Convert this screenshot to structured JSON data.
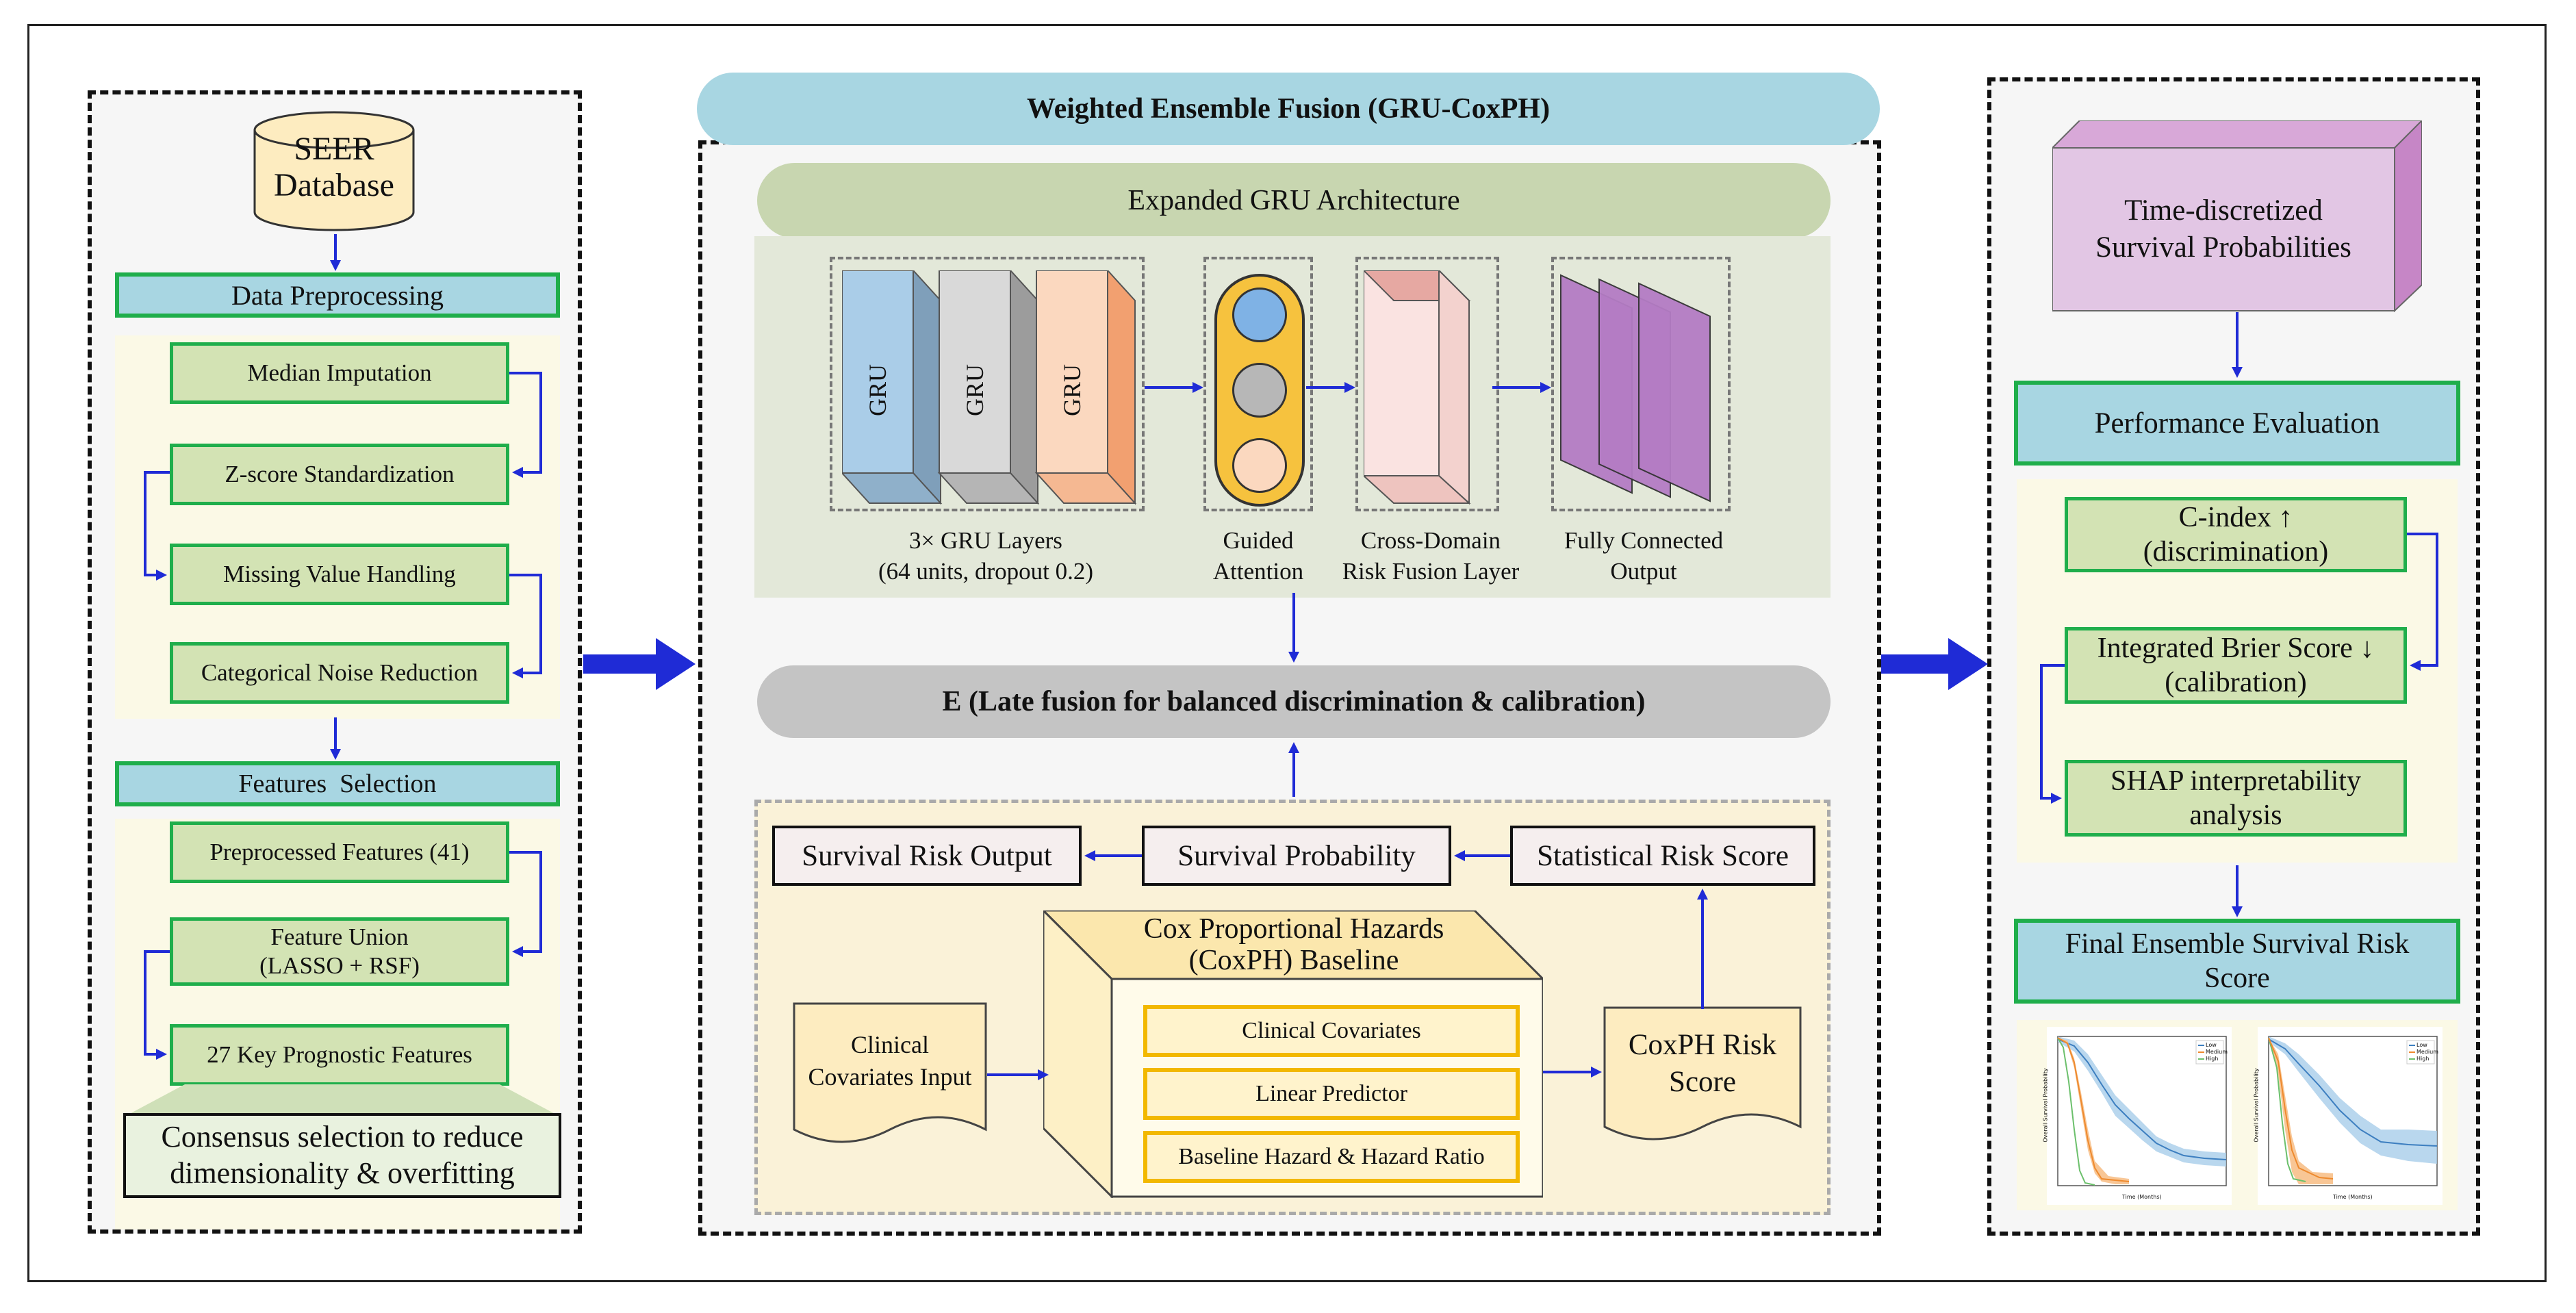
{
  "left": {
    "database": "SEER\nDatabase",
    "preprocessing_title": "Data Preprocessing",
    "preprocessing_steps": [
      "Median Imputation",
      "Z-score Standardization",
      "Missing Value Handling",
      "Categorical Noise Reduction"
    ],
    "selection_title": "Features  Selection",
    "selection_steps": [
      "Preprocessed Features (41)",
      "Feature Union\n(LASSO + RSF)",
      "27 Key Prognostic Features"
    ],
    "consensus": "Consensus selection to reduce\ndimensionality & overfitting"
  },
  "center": {
    "title": "Weighted Ensemble Fusion (GRU-CoxPH)",
    "gru_title": "Expanded GRU Architecture",
    "gru_layer_label": "GRU",
    "gru_caption": "3× GRU Layers\n(64 units, dropout 0.2)",
    "attention_caption": "Guided\nAttention",
    "fusion_caption": "Cross-Domain\nRisk Fusion Layer",
    "fc_caption": "Fully Connected\nOutput",
    "late_fusion": "E (Late fusion for balanced discrimination & calibration)",
    "survival_risk_output": "Survival Risk Output",
    "survival_probability": "Survival Probability",
    "statistical_risk_score": "Statistical Risk Score",
    "cox_title": "Cox Proportional Hazards\n(CoxPH) Baseline",
    "cox_items": [
      "Clinical Covariates",
      "Linear Predictor",
      "Baseline Hazard & Hazard Ratio"
    ],
    "clinical_input": "Clinical\nCovariates Input",
    "coxph_risk": "CoxPH Risk\nScore"
  },
  "right": {
    "time_discretized": "Time-discretized\nSurvival Probabilities",
    "performance_title": "Performance Evaluation",
    "metrics": [
      "C-index ↑\n(discrimination)",
      "Integrated Brier Score ↓\n(calibration)",
      "SHAP interpretability\nanalysis"
    ],
    "final_title": "Final Ensemble Survival Risk\nScore",
    "km_legend": [
      "Low",
      "Medium",
      "High"
    ],
    "km_xlabel": "Time (Months)",
    "km_ylabel": "Overall Survival Probability"
  },
  "colors": {
    "green_border": "#1fae4b",
    "blue_bar": "#a8d6e2",
    "arrow": "#1f2bd6",
    "gru_blue": "#aacde8",
    "gru_gray": "#d9d9d9",
    "gru_orange": "#f7c9a8",
    "fc_purple": "#b47cc4",
    "time_box": "#e2c6e4"
  }
}
